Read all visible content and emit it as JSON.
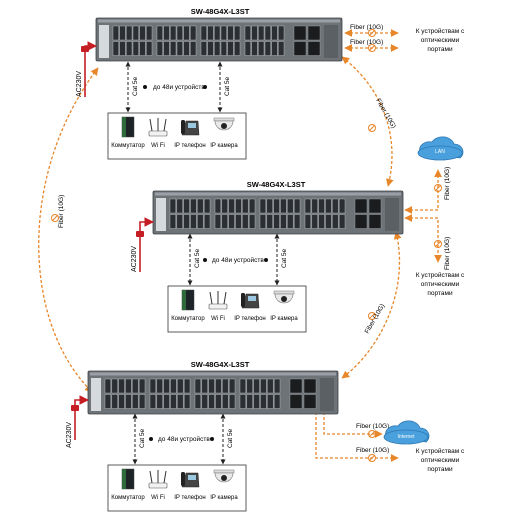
{
  "switches": [
    {
      "model": "SW-48G4X-L3ST"
    },
    {
      "model": "SW-48G4X-L3ST"
    },
    {
      "model": "SW-48G4X-L3ST"
    }
  ],
  "power_label": "AC230V",
  "cable_label": "Cat 5e",
  "devices_count_label": "до 48и устройств",
  "fiber_label": "Fiber (10G)",
  "devices": {
    "switch": "Коммутатор",
    "wifi": "Wi Fi",
    "phone": "IP телефон",
    "camera": "IP камера"
  },
  "to_optical_ports": "К устройствам с оптическими портами",
  "to_optical_ports_lines": [
    "К устройствам с",
    "оптическими",
    "портами"
  ],
  "cloud_labels": [
    "LAN",
    "Internet"
  ],
  "colors": {
    "fiber": "#e8862a",
    "power": "#c41e24",
    "switch_body": "#6e7378",
    "switch_top": "#9aa0a6",
    "port": "#2b2f33",
    "cloud": "#4aa0dc",
    "line": "#222222"
  }
}
